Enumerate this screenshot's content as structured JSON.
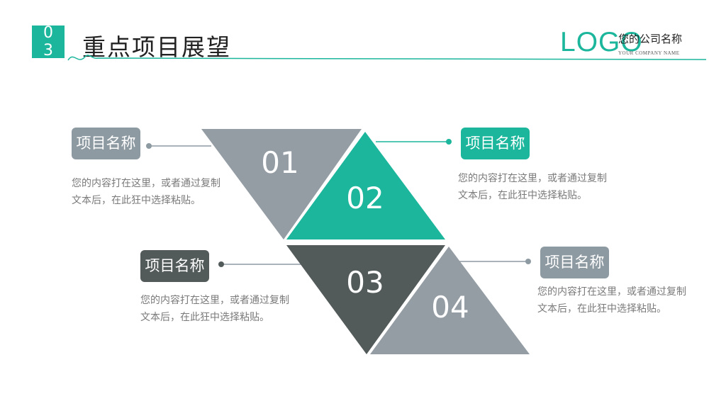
{
  "header": {
    "section_number": "03",
    "title": "重点项目展望",
    "logo": "LOGO",
    "company_name": "您的公司名称",
    "company_name_en": "YOUR COMPANY NAME"
  },
  "items": [
    {
      "number": "01",
      "title": "项目名称",
      "description": "您的内容打在这里，或者通过复制文本后，在此狂中选择粘贴。"
    },
    {
      "number": "02",
      "title": "项目名称",
      "description": "您的内容打在这里，或者通过复制文本后，在此狂中选择粘贴。"
    },
    {
      "number": "03",
      "title": "项目名称",
      "description": "您的内容打在这里，或者通过复制文本后，在此狂中选择粘贴。"
    },
    {
      "number": "04",
      "title": "项目名称",
      "description": "您的内容打在这里，或者通过复制文本后，在此狂中选择粘贴。"
    }
  ],
  "colors": {
    "accent": "#1bb69c",
    "gray": "#949ca4",
    "dark": "#535a5a",
    "text": "#7a7a7a"
  }
}
